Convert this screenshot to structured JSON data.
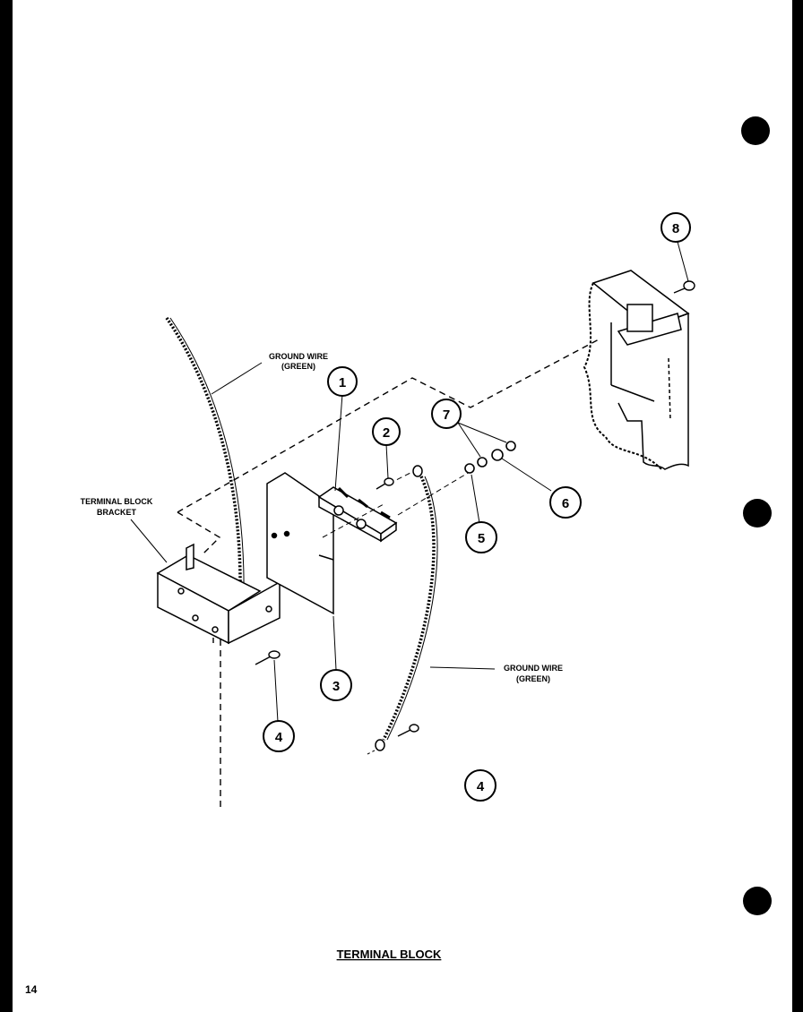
{
  "title": "TERMINAL BLOCK",
  "page_number": "14",
  "labels": {
    "ground_wire_top_1": "GROUND WIRE",
    "ground_wire_top_2": "(GREEN)",
    "ground_wire_bottom_1": "GROUND WIRE",
    "ground_wire_bottom_2": "(GREEN)",
    "bracket_1": "TERMINAL BLOCK",
    "bracket_2": "BRACKET"
  },
  "callouts": [
    "1",
    "2",
    "3",
    "4",
    "4",
    "5",
    "6",
    "7",
    "8"
  ]
}
